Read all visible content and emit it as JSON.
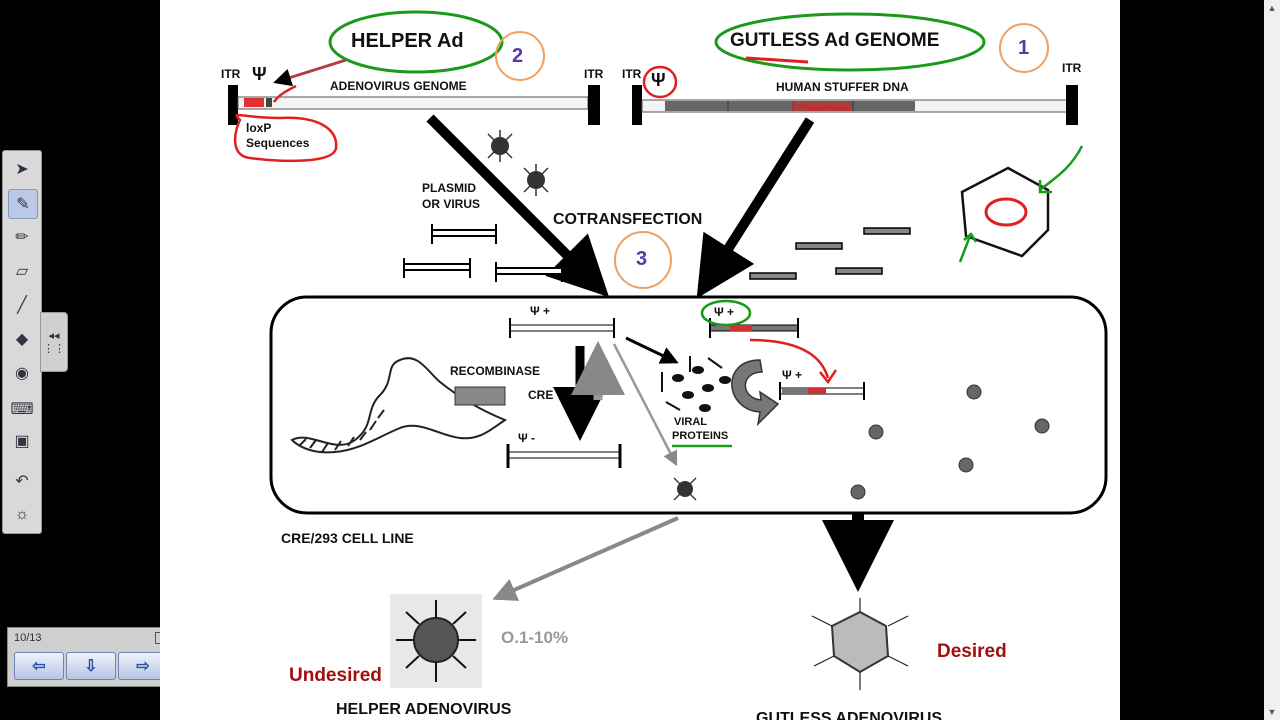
{
  "slide": {
    "helper_ad": "HELPER Ad",
    "gutless_genome": "GUTLESS Ad GENOME",
    "itr": "ITR",
    "psi": "Ψ",
    "psi_plus": "Ψ +",
    "psi_minus": "Ψ -",
    "adenovirus_genome": "ADENOVIRUS GENOME",
    "human_stuffer": "HUMAN STUFFER DNA",
    "loxp_line1": "loxP",
    "loxp_line2": "Sequences",
    "plasmid_line1": "PLASMID",
    "plasmid_line2": "OR VIRUS",
    "cotransfection": "COTRANSFECTION",
    "recombinase": "RECOMBINASE",
    "cre": "CRE",
    "viral_line1": "VIRAL",
    "viral_line2": "PROTEINS",
    "cell_line": "CRE/293 CELL LINE",
    "percent": "O.1-10%",
    "undesired": "Undesired",
    "desired": "Desired",
    "helper_adenovirus": "HELPER ADENOVIRUS",
    "gutless_adenovirus": "GUTLESS ADENOVIRUS",
    "num1": "1",
    "num2": "2",
    "num3": "3"
  },
  "pagenav": {
    "count": "10/13",
    "prev": "⇦",
    "list": "⇩",
    "next": "⇨"
  },
  "colors": {
    "red_annot": "#e02020",
    "green_annot": "#1a9a1a",
    "orange_circle": "#f0a060",
    "purple_num": "#5a3aa0",
    "dark_red_text": "#a01010"
  }
}
